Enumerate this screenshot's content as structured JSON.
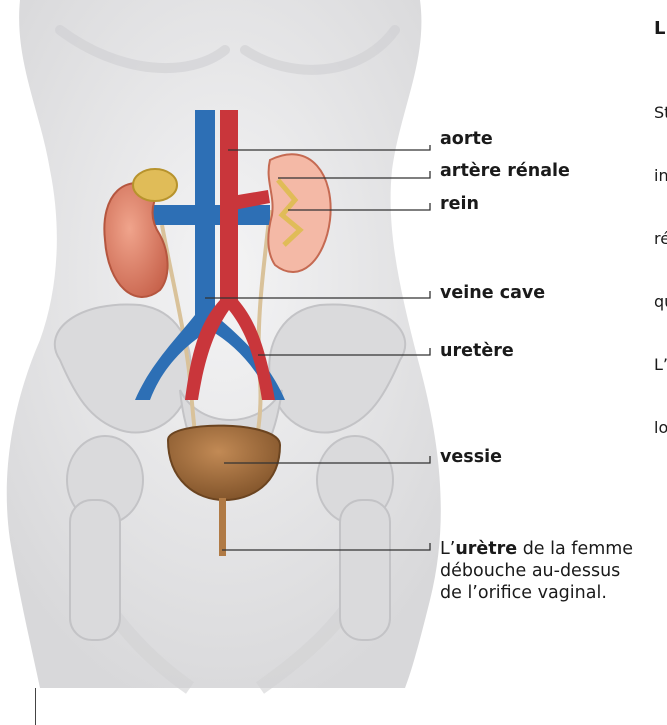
{
  "labels": {
    "aorte": "aorte",
    "artere_renale": "artère rénale",
    "rein": "rein",
    "veine_cave": "veine cave",
    "uretere": "uretère",
    "vessie": "vessie",
    "urethre_prefix": "L’",
    "urethre_bold": "urètre",
    "urethre_line1_rest": " de la femme",
    "urethre_line2": "débouche au-dessus",
    "urethre_line3": "de l’orifice vaginal."
  },
  "side_fragment": {
    "heading": "L",
    "lines": [
      "St",
      "in",
      "ré",
      "qu",
      "L’",
      "lo"
    ]
  },
  "colors": {
    "body_fill": "#e9e9ea",
    "vein": "#2d6fb5",
    "artery": "#c9363b",
    "kidney": "#e0846e",
    "ureter": "#d9c29a",
    "bladder": "#9c6a3a",
    "leader": "#333333"
  }
}
